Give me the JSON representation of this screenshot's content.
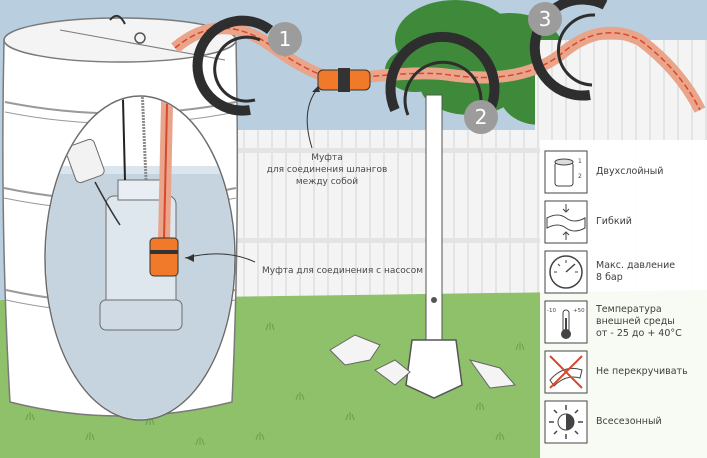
{
  "markers": {
    "one": "1",
    "two": "2",
    "three": "3"
  },
  "callouts": {
    "coupling_hoses": "Муфта\nдля соединения шлангов\nмежду собой",
    "coupling_pump": "Муфта для соединения с насосом"
  },
  "features": [
    {
      "icon": "two-layer-hose-icon",
      "label": "Двухслойный",
      "icon_labels": [
        "1",
        "2"
      ]
    },
    {
      "icon": "flexible-hose-icon",
      "label": "Гибкий",
      "icon_labels": []
    },
    {
      "icon": "pressure-gauge-icon",
      "label": "Макс. давление\n8 бар",
      "icon_labels": []
    },
    {
      "icon": "thermometer-icon",
      "label": "Температура\nвнешней среды\nот - 25 до + 40°С",
      "icon_labels": [
        "-10",
        "+50"
      ]
    },
    {
      "icon": "no-twist-icon",
      "label": "Не перекручивать",
      "icon_labels": []
    },
    {
      "icon": "all-season-icon",
      "label": "Всесезонный",
      "icon_labels": []
    }
  ],
  "colors": {
    "sky": "#b9cfdf",
    "fence": "#ffffff",
    "grass": "#8fc06a",
    "hose": "#e9a48a",
    "hose_stripe": "#d6492e",
    "coupling": "#f07a2a",
    "reel": "#2e2e2e",
    "water": "#c6d4e0",
    "marker": "#9c9c9c"
  }
}
